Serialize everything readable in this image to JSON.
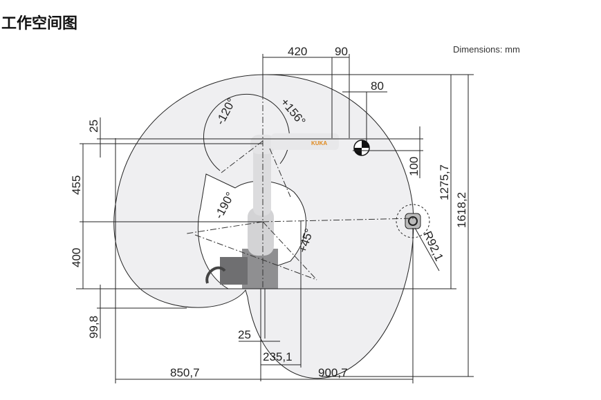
{
  "title": "工作空间图",
  "units_label": "Dimensions: mm",
  "brand_on_arm": "KUKA",
  "dimensions": {
    "top_420": "420",
    "top_90": "90",
    "top_80": "80",
    "left_25": "25",
    "left_455": "455",
    "left_400": "400",
    "left_99_8": "99,8",
    "right_100": "100",
    "right_1275_7": "1275,7",
    "right_1618_2": "1618,2",
    "radius": "R92,1",
    "bottom_25": "25",
    "bottom_235_1": "235,1",
    "bottom_850_7": "850,7",
    "bottom_900_7": "900,7"
  },
  "angles": {
    "a3_neg": "-120°",
    "a3_pos": "+156°",
    "a2_neg": "-190°",
    "a2_pos": "+45°"
  },
  "colors": {
    "envelope_fill": "#efeff1",
    "robot": "#c9c9cb",
    "brand": "#e08a1e"
  }
}
